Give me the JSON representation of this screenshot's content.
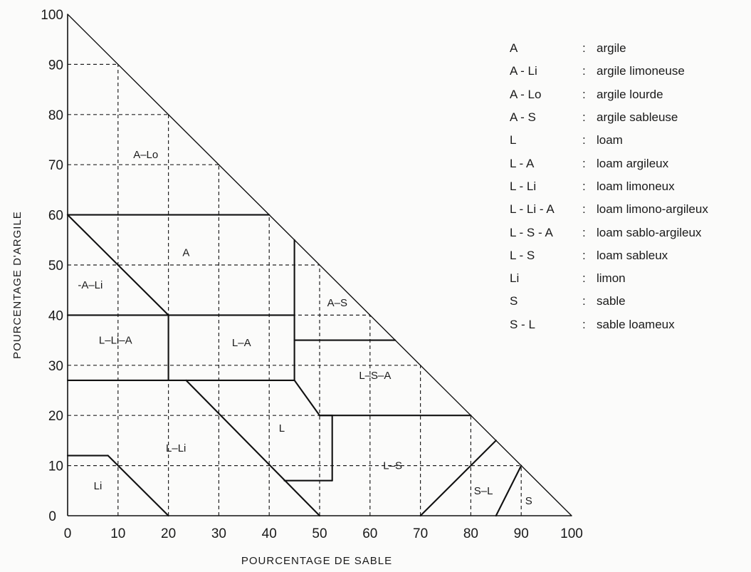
{
  "axes": {
    "x_title": "POURCENTAGE DE SABLE",
    "y_title": "POURCENTAGE D'ARGILE",
    "x_ticks": [
      0,
      10,
      20,
      30,
      40,
      50,
      60,
      70,
      80,
      90,
      100
    ],
    "y_ticks": [
      0,
      10,
      20,
      30,
      40,
      50,
      60,
      70,
      80,
      90,
      100
    ]
  },
  "zones": [
    {
      "label": "A–Lo",
      "sand": 15.5,
      "clay": 72
    },
    {
      "label": "A",
      "sand": 23.5,
      "clay": 52.5
    },
    {
      "label": "-A–Li",
      "sand": 4.5,
      "clay": 46
    },
    {
      "label": "A–S",
      "sand": 53.5,
      "clay": 42.5
    },
    {
      "label": "L–Li–A",
      "sand": 9.5,
      "clay": 35
    },
    {
      "label": "L–A",
      "sand": 34.5,
      "clay": 34.5
    },
    {
      "label": "L–S–A",
      "sand": 61,
      "clay": 28
    },
    {
      "label": "L",
      "sand": 42.5,
      "clay": 17.5
    },
    {
      "label": "L–Li",
      "sand": 21.5,
      "clay": 13.5
    },
    {
      "label": "L–S",
      "sand": 64.5,
      "clay": 10
    },
    {
      "label": "Li",
      "sand": 6,
      "clay": 6
    },
    {
      "label": "S–L",
      "sand": 82.5,
      "clay": 5
    },
    {
      "label": "S",
      "sand": 91.5,
      "clay": 3
    }
  ],
  "boundaries": [
    [
      [
        0,
        100
      ],
      [
        100,
        0
      ]
    ],
    [
      [
        0,
        60
      ],
      [
        40,
        60
      ]
    ],
    [
      [
        0,
        60
      ],
      [
        20,
        40
      ]
    ],
    [
      [
        0,
        40
      ],
      [
        45,
        40
      ]
    ],
    [
      [
        20,
        40
      ],
      [
        20,
        27
      ]
    ],
    [
      [
        45,
        55
      ],
      [
        45,
        27
      ]
    ],
    [
      [
        45,
        35
      ],
      [
        65,
        35
      ]
    ],
    [
      [
        0,
        27
      ],
      [
        45,
        27
      ]
    ],
    [
      [
        45,
        27
      ],
      [
        50,
        20
      ]
    ],
    [
      [
        50,
        20
      ],
      [
        80,
        20
      ]
    ],
    [
      [
        50,
        20
      ],
      [
        52.5,
        20
      ]
    ],
    [
      [
        52.5,
        20
      ],
      [
        52.5,
        7
      ]
    ],
    [
      [
        52.5,
        7
      ],
      [
        43,
        7
      ]
    ],
    [
      [
        23.5,
        27
      ],
      [
        50,
        0
      ]
    ],
    [
      [
        0,
        12
      ],
      [
        8,
        12
      ]
    ],
    [
      [
        8,
        12
      ],
      [
        20,
        0
      ]
    ],
    [
      [
        70,
        0
      ],
      [
        85,
        15
      ]
    ],
    [
      [
        85,
        0
      ],
      [
        90,
        10
      ]
    ]
  ],
  "legend": [
    {
      "code": "A",
      "sep": ":",
      "name": "argile"
    },
    {
      "code": "A - Li",
      "sep": ":",
      "name": "argile limoneuse"
    },
    {
      "code": "A - Lo",
      "sep": ":",
      "name": "argile lourde"
    },
    {
      "code": "A - S",
      "sep": ":",
      "name": "argile sableuse"
    },
    {
      "code": "L",
      "sep": ":",
      "name": "loam"
    },
    {
      "code": "L - A",
      "sep": ":",
      "name": "loam argileux"
    },
    {
      "code": "L - Li",
      "sep": ":",
      "name": "loam limoneux"
    },
    {
      "code": "L - Li - A",
      "sep": ":",
      "name": "loam limono-argileux"
    },
    {
      "code": "L - S - A",
      "sep": ":",
      "name": "loam sablo-argileux"
    },
    {
      "code": "L - S",
      "sep": ":",
      "name": "loam sableux"
    },
    {
      "code": "Li",
      "sep": ":",
      "name": "limon"
    },
    {
      "code": "S",
      "sep": ":",
      "name": "sable"
    },
    {
      "code": "S - L",
      "sep": ":",
      "name": "sable loameux"
    }
  ]
}
